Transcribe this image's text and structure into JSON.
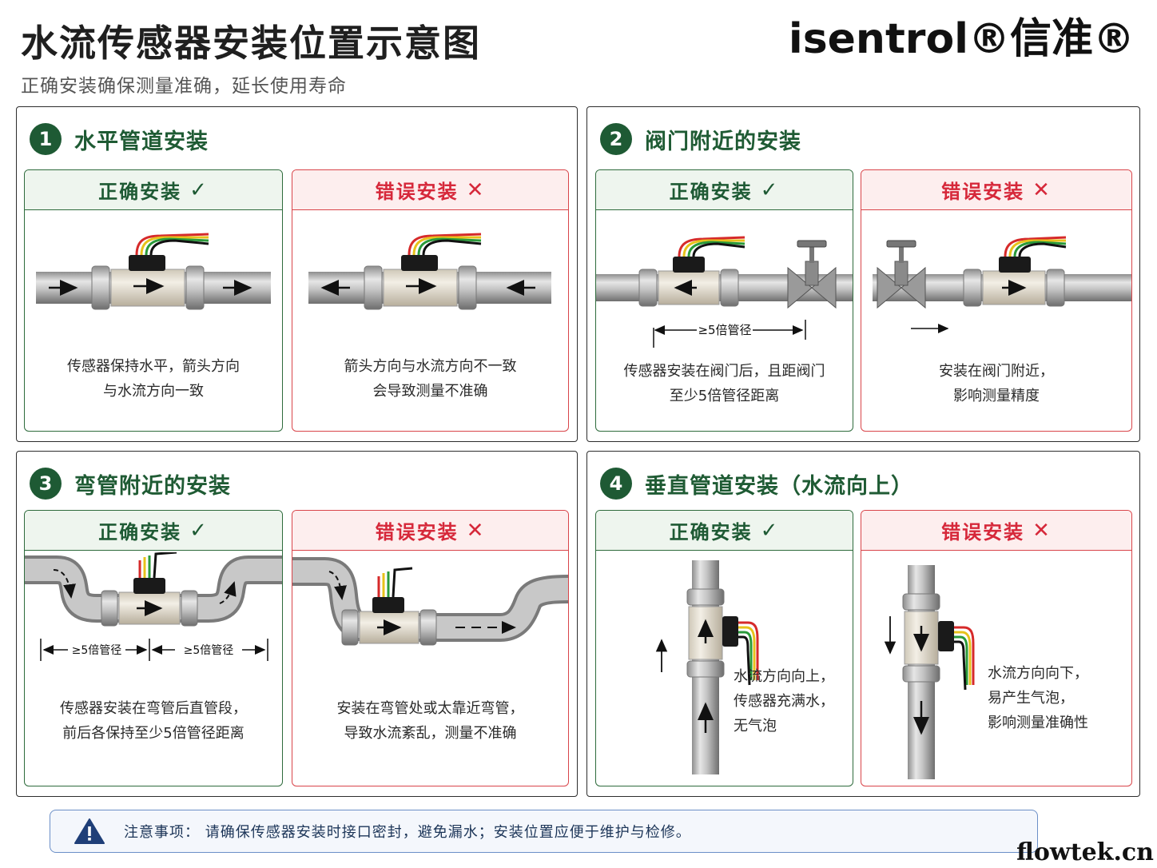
{
  "header": {
    "title": "水流传感器安装位置示意图",
    "subtitle": "正确安装确保测量准确，延长使用寿命",
    "brand": "isentrol®信准®"
  },
  "labels": {
    "ok": "正确安装",
    "bad": "错误安装",
    "ok_mark": "✓",
    "bad_mark": "✕"
  },
  "sections": [
    {
      "num": "1",
      "title": "水平管道安装",
      "ok_desc": [
        "传感器保持水平，箭头方向",
        "与水流方向一致"
      ],
      "bad_desc": [
        "箭头方向与水流方向不一致",
        "会导致测量不准确"
      ]
    },
    {
      "num": "2",
      "title": "阀门附近的安装",
      "ok_dim": "≥5倍管径",
      "ok_desc": [
        "传感器安装在阀门后，且距阀门",
        "至少5倍管径距离"
      ],
      "bad_desc": [
        "安装在阀门附近，",
        "影响测量精度"
      ]
    },
    {
      "num": "3",
      "title": "弯管附近的安装",
      "ok_dim_left": "≥5倍管径",
      "ok_dim_right": "≥5倍管径",
      "ok_desc": [
        "传感器安装在弯管后直管段，",
        "前后各保持至少5倍管径距离"
      ],
      "bad_desc": [
        "安装在弯管处或太靠近弯管，",
        "导致水流紊乱，测量不准确"
      ]
    },
    {
      "num": "4",
      "title": "垂直管道安装（水流向上）",
      "ok_desc": [
        "水流方向向上，",
        "传感器充满水，",
        "无气泡"
      ],
      "bad_desc": [
        "水流方向向下，",
        "易产生气泡，",
        "影响测量准确性"
      ]
    }
  ],
  "notice": {
    "icon": "warning-icon",
    "text": "注意事项：  请确保传感器安装时接口密封，避免漏水；安装位置应便于维护与检修。"
  },
  "footer": {
    "brand": "flowtek.cn"
  },
  "colors": {
    "green": "#1e5a34",
    "red": "#d6283a",
    "pipe": "#b8b8b8",
    "notice_border": "#6b8fc7"
  }
}
